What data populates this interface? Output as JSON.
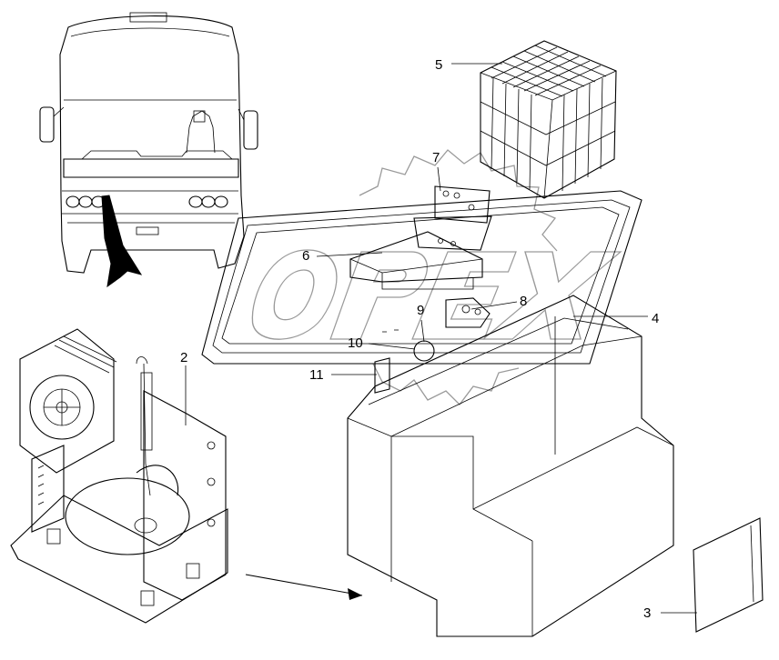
{
  "watermark": {
    "text": "OPEX",
    "color": "#9a9a9a"
  },
  "callouts": [
    {
      "id": "1",
      "text": "2"
    },
    {
      "id": "2",
      "text": "3"
    },
    {
      "id": "3",
      "text": "4"
    },
    {
      "id": "4",
      "text": "5"
    },
    {
      "id": "5",
      "text": "6"
    },
    {
      "id": "6",
      "text": "7"
    },
    {
      "id": "7",
      "text": "8"
    },
    {
      "id": "8",
      "text": "9"
    },
    {
      "id": "9",
      "text": "10"
    },
    {
      "id": "10",
      "text": "11"
    }
  ],
  "parts": {
    "bus": "bus-front-view",
    "fridge": "refrigerator-housing",
    "compressor": "compressor-unit",
    "basket": "wire-basket",
    "panel": "side-panel"
  }
}
